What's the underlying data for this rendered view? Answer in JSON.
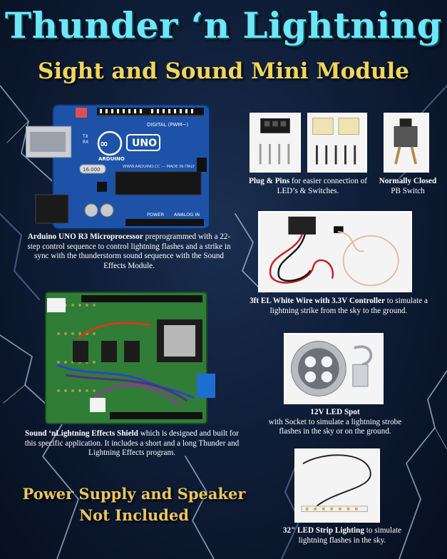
{
  "header": {
    "title": "Thunder ‘n Lightning",
    "subtitle": "Sight and Sound Mini Module"
  },
  "arduino": {
    "board_text": {
      "uno": "UNO",
      "brand": "ARDUINO",
      "digital": "DIGITAL (PWM~)",
      "tx": "TX",
      "rx": "RX",
      "crystal": "16.000",
      "power": "POWER",
      "analog": "ANALOG IN",
      "website": "WWW.ARDUINO.CC — MADE IN ITALY"
    },
    "caption_bold": "Arduino UNO R3 Microprocessor",
    "caption_text": " preprogrammed with a 22-step control sequence to control lightning flashes and a strike in sync with the thunderstorm sound sequence with the Sound Effects Module."
  },
  "plugs": {
    "caption_bold": "Plug & Pins",
    "caption_text": " for easier connection of LED’s & Switches."
  },
  "switch": {
    "caption_bold": "Normally Closed",
    "caption_text": "PB Switch"
  },
  "el_wire": {
    "caption_bold": "3ft EL White Wire with 3.3V Controller",
    "caption_text": " to simulate a lightning strike from the sky to the ground."
  },
  "shield": {
    "caption_bold": "Sound ‘nLightning Effects Shield",
    "caption_text": " which is designed and built for this specific application.  It includes a short and a long Thunder and Lightning Effects program."
  },
  "led_spot": {
    "caption_bold": "12V LED Spot",
    "caption_text": "with Socket to simulate a lightning strobe flashes in the sky or on the ground."
  },
  "led_strip": {
    "caption_bold": "32\" LED Strip Lighting",
    "caption_text": " to simulate lightning flashes in the sky."
  },
  "footer": {
    "line1": "Power Supply and Speaker",
    "line2": "Not Included"
  },
  "colors": {
    "title": "#6fe6f4",
    "subtitle": "#f0d55c",
    "footer": "#e9c660",
    "background": "#0f1e38",
    "arduino_board": "#1d52a8",
    "shield_board": "#2f7d36"
  }
}
